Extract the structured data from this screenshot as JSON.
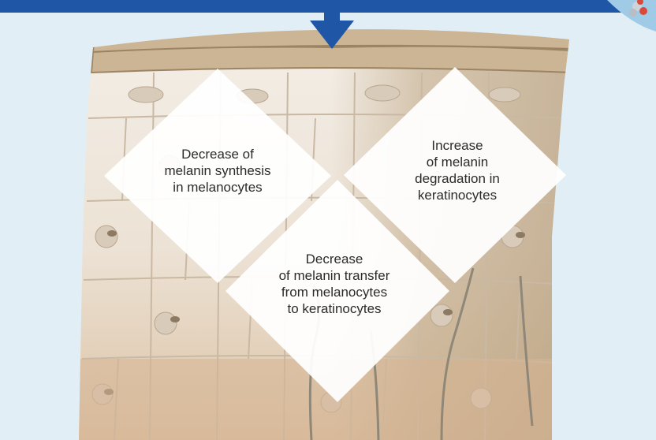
{
  "colors": {
    "background": "#e1eef6",
    "banner": "#1f56a6",
    "arrow": "#1f56a6",
    "diamond": "#ffffff",
    "stratum_corneum": "#cbb594",
    "cell_light": "#efe8df",
    "cell_mid": "#e6d8c6",
    "cell_basal": "#d6b593",
    "dark_zone": "#bda583",
    "melanocyte_outline": "#8f8778",
    "text": "#2b2b2b"
  },
  "diamonds": [
    {
      "id": "synthesis",
      "lines": [
        "Decrease of",
        "melanin synthesis",
        "in melanocytes"
      ]
    },
    {
      "id": "degradation",
      "lines": [
        "Increase",
        "of melanin",
        "degradation in",
        "keratinocytes"
      ]
    },
    {
      "id": "transfer",
      "lines": [
        "Decrease",
        "of melanin transfer",
        "from melanocytes",
        "to keratinocytes"
      ]
    }
  ],
  "icons": {
    "down_arrow": "down-arrow-icon",
    "molecule": "molecule-icon"
  }
}
